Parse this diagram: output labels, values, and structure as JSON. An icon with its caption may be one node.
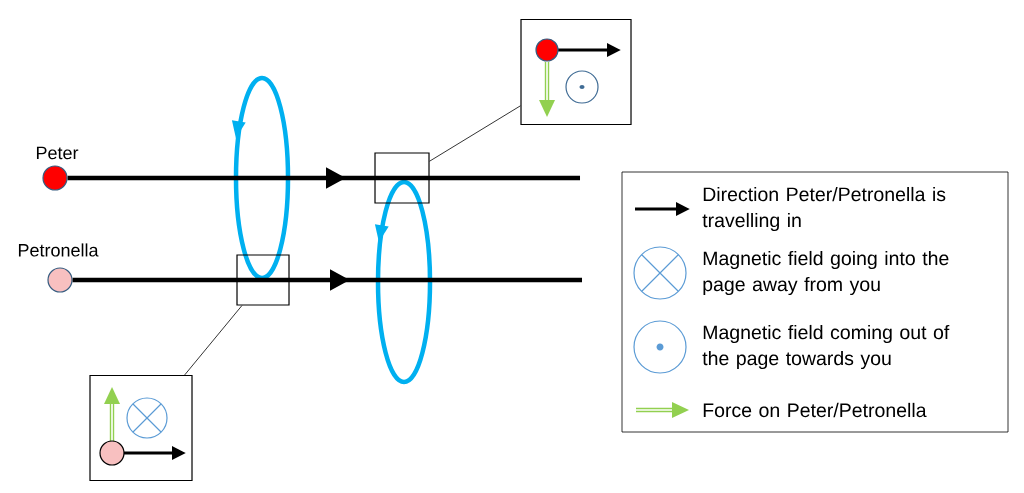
{
  "diagram": {
    "nodes": [
      {
        "text": [],
        "shape": "circle",
        "beside": [
          "Peter"
        ]
      },
      {
        "text": [],
        "shape": "circle",
        "beside": [
          "Petronella"
        ]
      },
      {
        "text": [],
        "shape": "box"
      },
      {
        "text": [],
        "shape": "picture"
      },
      {
        "text": [],
        "shape": "box"
      },
      {
        "text": [],
        "shape": "picture"
      }
    ],
    "edges": [
      {
        "from": 0,
        "to": null,
        "arrow": "to",
        "style": "thick"
      },
      {
        "from": 1,
        "to": null,
        "arrow": "to",
        "style": "thick"
      },
      {
        "from": 2,
        "to": 3,
        "arrow": "none"
      },
      {
        "from": 4,
        "to": 5,
        "arrow": "none"
      }
    ],
    "legend": [
      {
        "text": "Direction Peter/Petronella is travelling in"
      },
      {
        "text": "Magnetic field going into the page away from you"
      },
      {
        "text": "Magnetic field coming out of the page towards you"
      },
      {
        "text": "Force on Peter/Petronella"
      }
    ]
  }
}
